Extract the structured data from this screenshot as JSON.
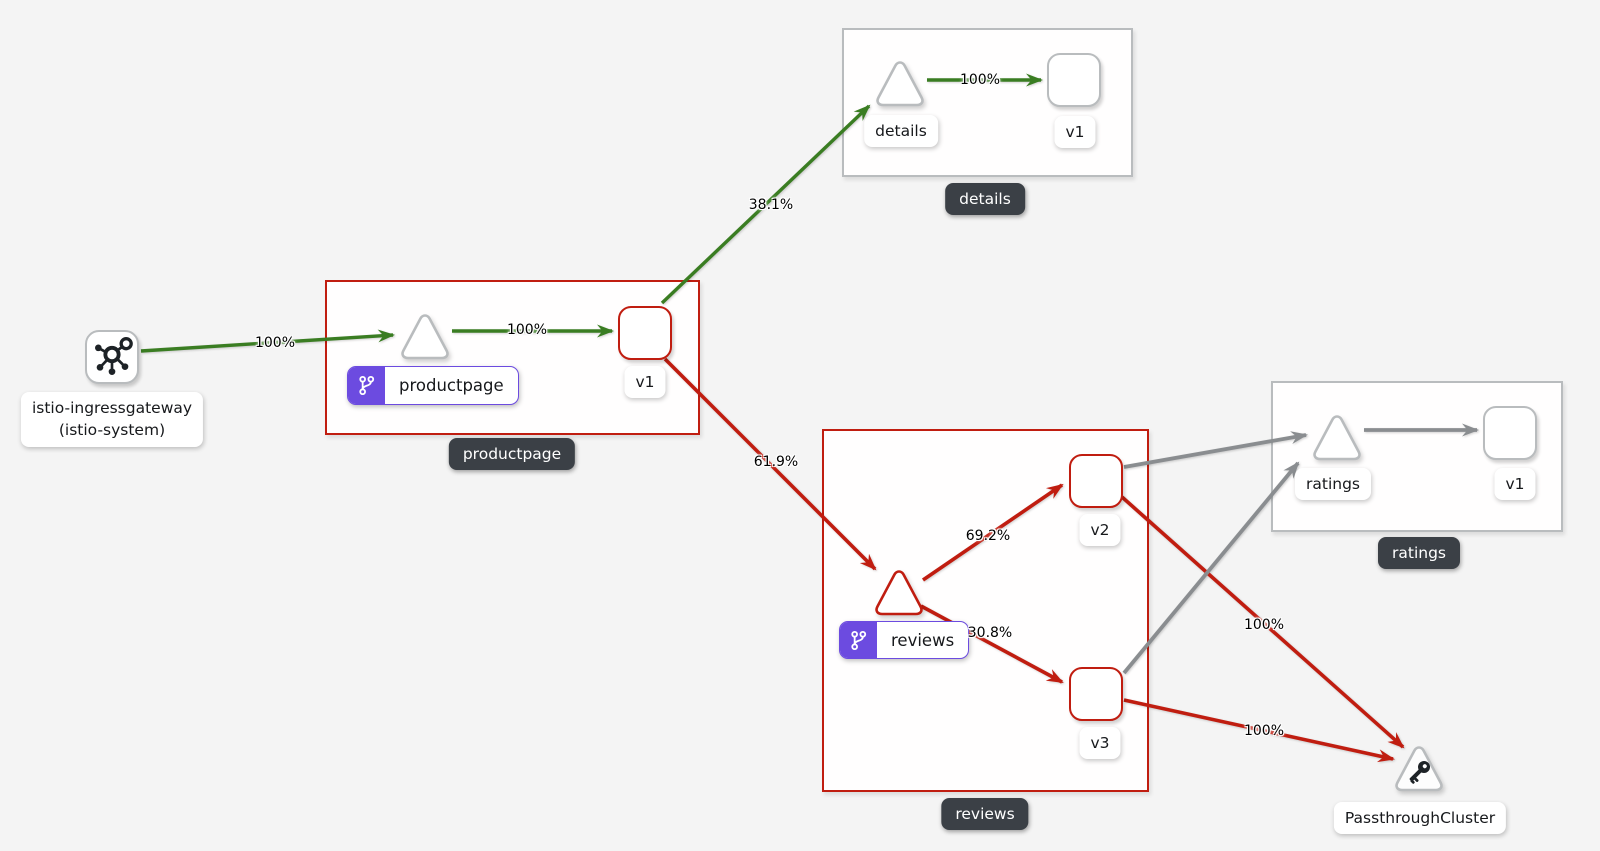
{
  "graph": {
    "colors": {
      "healthy_edge": "#3a7d22",
      "degraded_edge": "#c01d10",
      "idle_edge": "#8a8d90",
      "virtual_service_badge": "#6c4be0",
      "group_badge_bg": "#3b4046",
      "node_border_gray": "#b9bcbe",
      "background": "#f4f4f4"
    },
    "groups": {
      "productpage": {
        "badge": "productpage"
      },
      "details": {
        "badge": "details"
      },
      "reviews": {
        "badge": "reviews"
      },
      "ratings": {
        "badge": "ratings"
      }
    },
    "nodes": {
      "ingress": {
        "line1": "istio-ingressgateway",
        "line2": "(istio-system)",
        "icon": "mesh-hub-icon"
      },
      "productpage": {
        "label": "productpage",
        "badge_icon": "code-branch-icon"
      },
      "productpage_v1": {
        "label": "v1"
      },
      "details": {
        "label": "details"
      },
      "details_v1": {
        "label": "v1"
      },
      "reviews": {
        "label": "reviews",
        "badge_icon": "code-branch-icon"
      },
      "reviews_v2": {
        "label": "v2"
      },
      "reviews_v3": {
        "label": "v3"
      },
      "ratings": {
        "label": "ratings"
      },
      "ratings_v1": {
        "label": "v1"
      },
      "passthrough": {
        "label": "PassthroughCluster",
        "icon": "key-icon"
      }
    },
    "edges": {
      "ingress_to_productpage": {
        "label": "100%",
        "status": "healthy"
      },
      "productpage_to_v1": {
        "label": "100%",
        "status": "healthy"
      },
      "v1_to_details": {
        "label": "38.1%",
        "status": "healthy"
      },
      "details_to_v1": {
        "label": "100%",
        "status": "healthy"
      },
      "v1_to_reviews": {
        "label": "61.9%",
        "status": "danger"
      },
      "reviews_to_v2": {
        "label": "69.2%",
        "status": "danger"
      },
      "reviews_to_v3": {
        "label": "30.8%",
        "status": "danger"
      },
      "v2_to_ratings": {
        "label": "",
        "status": "idle"
      },
      "v3_to_ratings": {
        "label": "",
        "status": "idle"
      },
      "ratings_to_v1": {
        "label": "",
        "status": "idle"
      },
      "v2_to_passthrough": {
        "label": "100%",
        "status": "danger"
      },
      "v3_to_passthrough": {
        "label": "100%",
        "status": "danger"
      }
    }
  }
}
